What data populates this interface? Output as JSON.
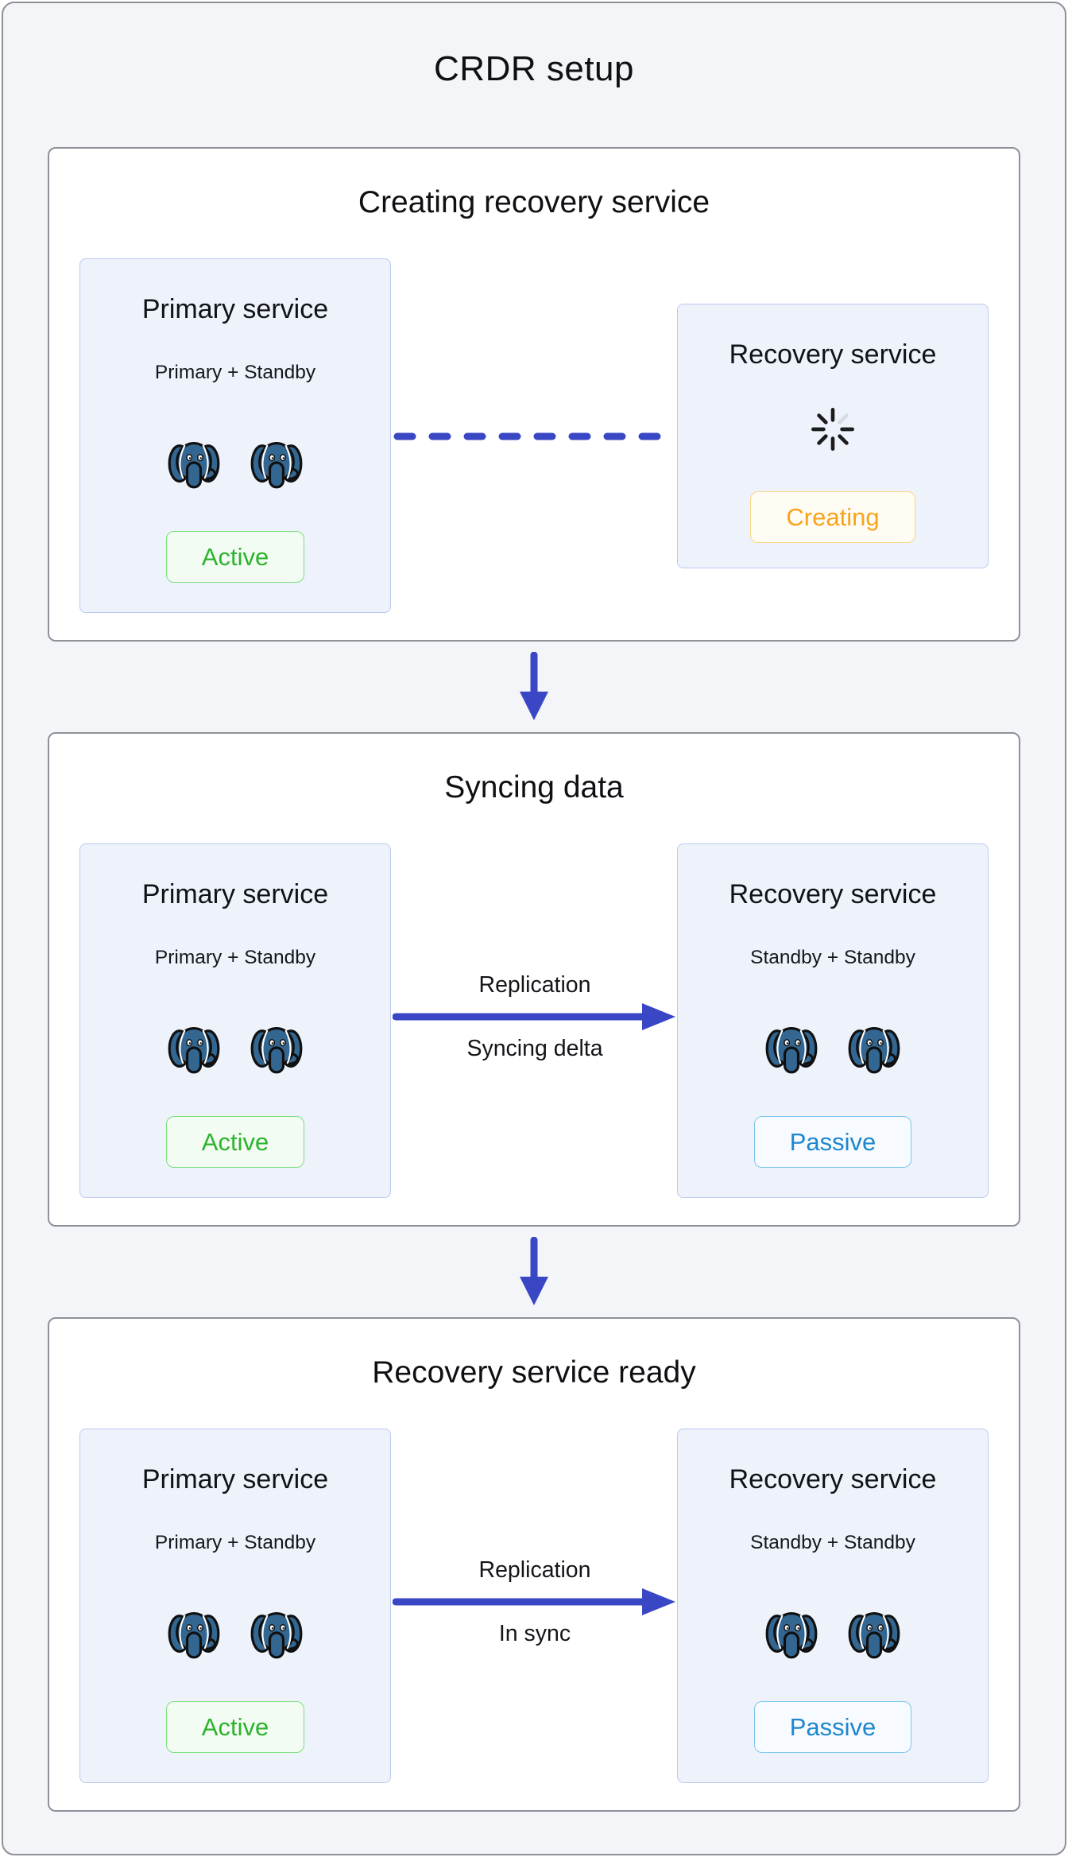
{
  "page": {
    "title": "CRDR setup"
  },
  "colors": {
    "canvas_background": "#F4F5F8",
    "canvas_border": "#8F8F98",
    "stage_background": "#FFFFFF",
    "stage_border": "#90909A",
    "card_background": "#EEF2FB",
    "card_border": "#BDC8F0",
    "flow_blue": "#3A47C5",
    "postgres_blue": "#336791",
    "active_green": "#2DB32D",
    "creating_orange": "#F9A21B",
    "passive_blue": "#1C87CE",
    "text_dark": "#0E1013"
  },
  "icons": {
    "postgres": "postgres-elephant-icon",
    "spinner": "spinner-icon",
    "arrow_down": "arrow-down-icon",
    "arrow_right": "arrow-right-icon",
    "dashed_line": "dashed-line-icon"
  },
  "sections": [
    {
      "title": "Creating recovery service",
      "primary": {
        "title": "Primary service",
        "subtitle": "Primary + Standby",
        "instances": 2,
        "badge": {
          "label": "Active",
          "type": "active"
        }
      },
      "recovery": {
        "title": "Recovery service",
        "spinner": true,
        "badge": {
          "label": "Creating",
          "type": "creating"
        }
      },
      "connector": {
        "type": "dashed-line"
      }
    },
    {
      "title": "Syncing data",
      "primary": {
        "title": "Primary service",
        "subtitle": "Primary + Standby",
        "instances": 2,
        "badge": {
          "label": "Active",
          "type": "active"
        }
      },
      "recovery": {
        "title": "Recovery service",
        "subtitle": "Standby + Standby",
        "instances": 2,
        "badge": {
          "label": "Passive",
          "type": "passive"
        }
      },
      "connector": {
        "type": "arrow",
        "label_top": "Replication",
        "label_bottom": "Syncing delta"
      }
    },
    {
      "title": "Recovery service ready",
      "primary": {
        "title": "Primary service",
        "subtitle": "Primary + Standby",
        "instances": 2,
        "badge": {
          "label": "Active",
          "type": "active"
        }
      },
      "recovery": {
        "title": "Recovery service",
        "subtitle": "Standby + Standby",
        "instances": 2,
        "badge": {
          "label": "Passive",
          "type": "passive"
        }
      },
      "connector": {
        "type": "arrow",
        "label_top": "Replication",
        "label_bottom": "In sync"
      }
    }
  ]
}
